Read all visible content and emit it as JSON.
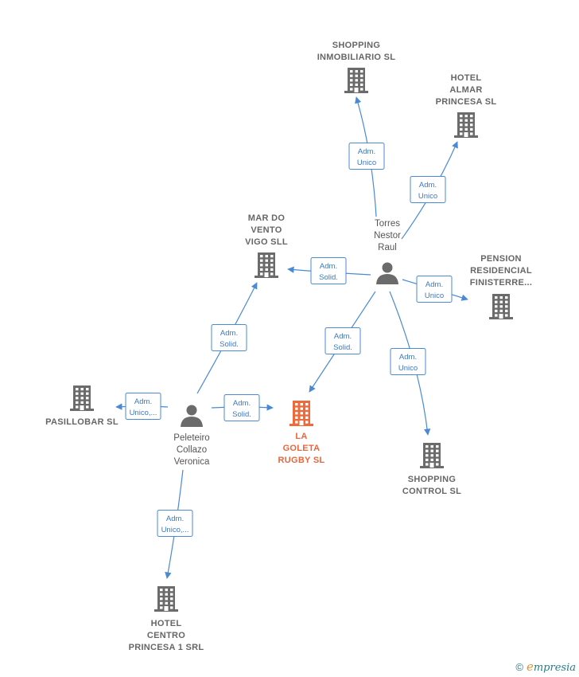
{
  "nodes": [
    {
      "id": "shopping_inmobiliario",
      "type": "company",
      "label_lines": [
        "SHOPPING",
        "INMOBILIARIO SL"
      ],
      "focus": false
    },
    {
      "id": "hotel_almar",
      "type": "company",
      "label_lines": [
        "HOTEL",
        "ALMAR",
        "PRINCESA SL"
      ],
      "focus": false
    },
    {
      "id": "mar_do_vento",
      "type": "company",
      "label_lines": [
        "MAR DO",
        "VENTO",
        "VIGO SLL"
      ],
      "focus": false
    },
    {
      "id": "pension",
      "type": "company",
      "label_lines": [
        "PENSION",
        "RESIDENCIAL",
        "FINISTERRE..."
      ],
      "focus": false
    },
    {
      "id": "pasillobar",
      "type": "company",
      "label_lines": [
        "PASILLOBAR SL"
      ],
      "focus": false
    },
    {
      "id": "la_goleta",
      "type": "company",
      "label_lines": [
        "LA",
        "GOLETA",
        "RUGBY SL"
      ],
      "focus": true
    },
    {
      "id": "shopping_control",
      "type": "company",
      "label_lines": [
        "SHOPPING",
        "CONTROL SL"
      ],
      "focus": false
    },
    {
      "id": "hotel_centro",
      "type": "company",
      "label_lines": [
        "HOTEL",
        "CENTRO",
        "PRINCESA 1 SRL"
      ],
      "focus": false
    },
    {
      "id": "torres",
      "type": "person",
      "label_lines": [
        "Torres",
        "Nestor",
        "Raul"
      ],
      "focus": false
    },
    {
      "id": "peleteiro",
      "type": "person",
      "label_lines": [
        "Peleteiro",
        "Collazo",
        "Veronica"
      ],
      "focus": false
    }
  ],
  "edges": [
    {
      "from": "torres",
      "to": "shopping_inmobiliario",
      "label_lines": [
        "Adm.",
        "Unico"
      ]
    },
    {
      "from": "torres",
      "to": "hotel_almar",
      "label_lines": [
        "Adm.",
        "Unico"
      ]
    },
    {
      "from": "torres",
      "to": "mar_do_vento",
      "label_lines": [
        "Adm.",
        "Solid."
      ]
    },
    {
      "from": "torres",
      "to": "pension",
      "label_lines": [
        "Adm.",
        "Unico"
      ]
    },
    {
      "from": "torres",
      "to": "la_goleta",
      "label_lines": [
        "Adm.",
        "Solid."
      ]
    },
    {
      "from": "torres",
      "to": "shopping_control",
      "label_lines": [
        "Adm.",
        "Unico"
      ]
    },
    {
      "from": "peleteiro",
      "to": "mar_do_vento",
      "label_lines": [
        "Adm.",
        "Solid."
      ]
    },
    {
      "from": "peleteiro",
      "to": "pasillobar",
      "label_lines": [
        "Adm.",
        "Unico,..."
      ]
    },
    {
      "from": "peleteiro",
      "to": "la_goleta",
      "label_lines": [
        "Adm.",
        "Solid."
      ]
    },
    {
      "from": "peleteiro",
      "to": "hotel_centro",
      "label_lines": [
        "Adm.",
        "Unico,..."
      ]
    }
  ],
  "colors": {
    "edge": "#4a8ad4",
    "company": "#6b6b6b",
    "focus": "#ef6a3a"
  },
  "footer": {
    "copyright": "©",
    "brand_initial": "e",
    "brand_rest": "mpresia"
  }
}
